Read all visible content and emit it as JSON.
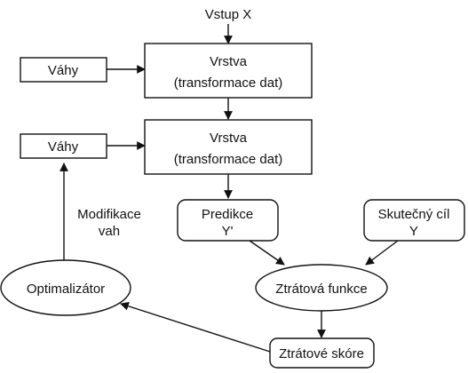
{
  "diagram": {
    "input": "Vstup X",
    "layer1": {
      "line1": "Vrstva",
      "line2": "(transformace dat)"
    },
    "layer2": {
      "line1": "Vrstva",
      "line2": "(transformace dat)"
    },
    "weights1": "Váhy",
    "weights2": "Váhy",
    "prediction": {
      "line1": "Predikce",
      "line2": "Y'"
    },
    "target": {
      "line1": "Skutečný cíl",
      "line2": "Y"
    },
    "loss_function": "Ztrátová funkce",
    "optimizer": "Optimalizátor",
    "loss_score": "Ztrátové skóre",
    "weight_update": {
      "line1": "Modifikace",
      "line2": "vah"
    },
    "colors": {
      "stroke": "#111111",
      "fill": "#ffffff",
      "text": "#111111"
    }
  }
}
